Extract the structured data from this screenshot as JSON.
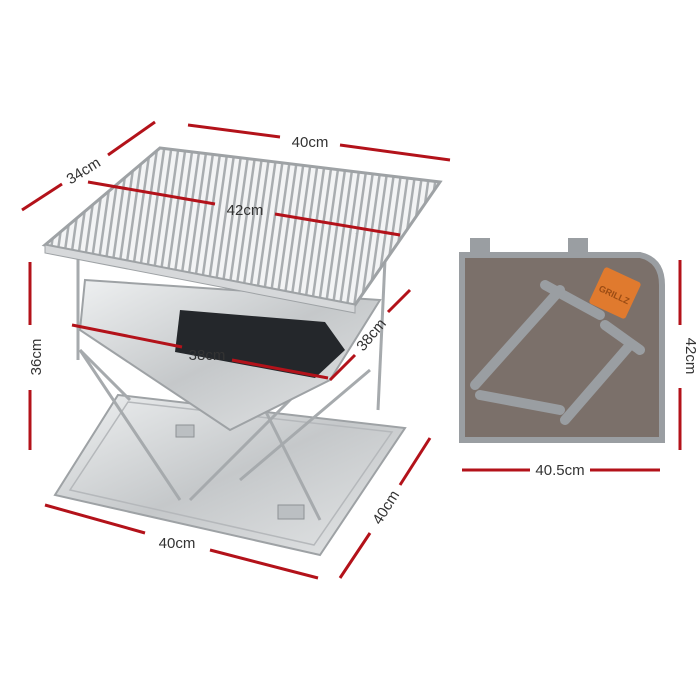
{
  "product": {
    "bag_logo_text": "GRILLZ"
  },
  "dimensions": {
    "grill_top_width": "40cm",
    "grill_top_depth": "34cm",
    "grill_rack_width": "42cm",
    "grill_height": "36cm",
    "firebox_width": "38cm",
    "firebox_depth": "38cm",
    "base_width": "40cm",
    "base_depth": "40cm",
    "bag_height": "42cm",
    "bag_width": "40.5cm"
  },
  "colors": {
    "dimension_line": "#b3121a",
    "steel": "#c9cbcd",
    "bag": "#7b706a",
    "bag_straps": "#9a9ea2",
    "logo": "#e07a2e"
  }
}
